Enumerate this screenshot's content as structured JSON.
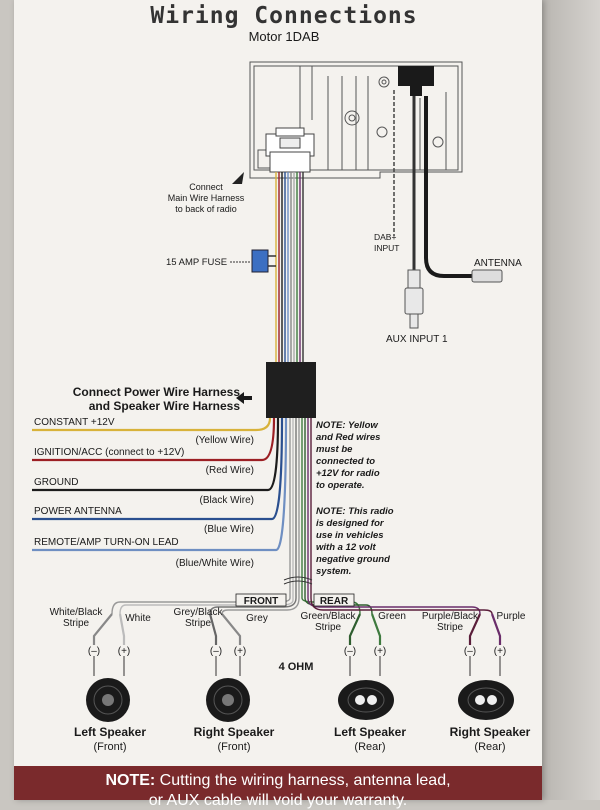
{
  "title": "Wiring Connections",
  "subtitle": "Motor 1DAB",
  "labels": {
    "connect_main_1": "Connect",
    "connect_main_2": "Main Wire Harness",
    "connect_main_3": "to back of radio",
    "fuse": "15 AMP FUSE",
    "dab_1": "DAB+",
    "dab_2": "INPUT",
    "antenna": "ANTENNA",
    "aux": "AUX INPUT 1",
    "harness_1": "Connect Power Wire Harness",
    "harness_2": "and Speaker Wire Harness"
  },
  "power_wires": [
    {
      "name": "CONSTANT +12V",
      "color_label": "(Yellow Wire)",
      "color": "#d8b23a"
    },
    {
      "name": "IGNITION/ACC (connect to +12V)",
      "color_label": "(Red Wire)",
      "color": "#9c1f24"
    },
    {
      "name": "GROUND",
      "color_label": "(Black Wire)",
      "color": "#1c1c1c"
    },
    {
      "name": "POWER ANTENNA",
      "color_label": "(Blue Wire)",
      "color": "#2a4f8f"
    },
    {
      "name": "REMOTE/AMP TURN-ON LEAD",
      "color_label": "(Blue/White Wire)",
      "color": "#6f8fc2"
    }
  ],
  "notes": {
    "note1": [
      "NOTE: Yellow",
      "and Red wires",
      "must be",
      "connected to",
      "+12V for radio",
      "to operate."
    ],
    "note2": [
      "NOTE: This radio",
      "is designed for",
      "use in vehicles",
      "with a 12 volt",
      "negative ground",
      "system."
    ]
  },
  "groups": {
    "front": "FRONT",
    "rear": "REAR"
  },
  "impedance": "4 OHM",
  "speakers": [
    {
      "left_wire": "White/Black",
      "left_wire2": "Stripe",
      "right_wire": "White",
      "name": "Left Speaker",
      "pos": "(Front)",
      "neg": "(–)",
      "plus": "(+)"
    },
    {
      "left_wire": "Grey/Black",
      "left_wire2": "Stripe",
      "right_wire": "Grey",
      "name": "Right Speaker",
      "pos": "(Front)",
      "neg": "(–)",
      "plus": "(+)"
    },
    {
      "left_wire": "Green/Black",
      "left_wire2": "Stripe",
      "right_wire": "Green",
      "name": "Left Speaker",
      "pos": "(Rear)",
      "neg": "(–)",
      "plus": "(+)"
    },
    {
      "left_wire": "Purple/Black",
      "left_wire2": "Stripe",
      "right_wire": "Purple",
      "name": "Right Speaker",
      "pos": "(Rear)",
      "neg": "(–)",
      "plus": "(+)"
    }
  ],
  "footer": {
    "note_label": "NOTE:",
    "line1": " Cutting the wiring harness, antenna lead,",
    "line2": "or AUX cable will void your warranty."
  },
  "colors": {
    "footer": "#7a2a2c",
    "paper": "#f4f2ee"
  }
}
